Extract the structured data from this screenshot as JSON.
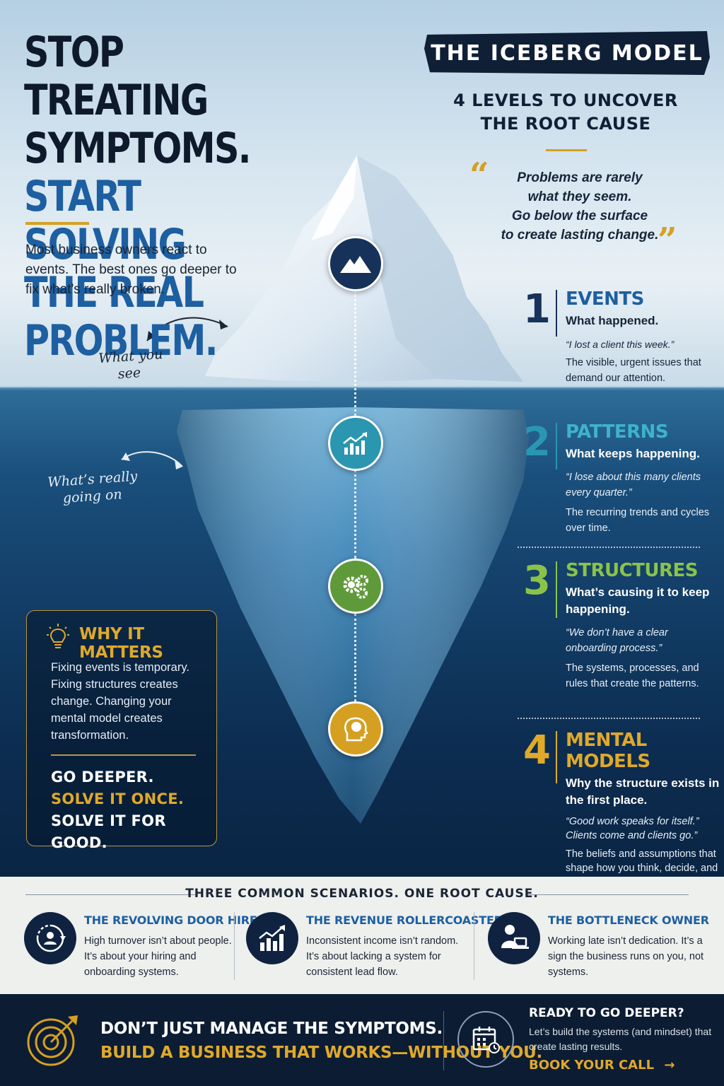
{
  "headline": {
    "line1": "STOP TREATING",
    "line2": "SYMPTOMS.",
    "line3": "START SOLVING",
    "line4": "THE REAL PROBLEM."
  },
  "intro": "Most business owners react to events. The best ones go deeper to fix what’s really broken.",
  "annotations": {
    "what_you_see_1": "What you",
    "what_you_see_2": "see",
    "really_1": "What’s really",
    "really_2": "going on"
  },
  "model": {
    "title": "THE ICEBERG MODEL",
    "subtitle_1": "4 LEVELS TO UNCOVER",
    "subtitle_2": "THE ROOT CAUSE",
    "quote_1": "Problems are rarely",
    "quote_2": "what they seem.",
    "quote_3": "Go below the surface",
    "quote_4": "to create lasting change."
  },
  "levels": [
    {
      "num": "1",
      "title": "EVENTS",
      "subtitle": "What happened.",
      "quote": "“I lost a client this week.”",
      "desc": "The visible, urgent issues that demand our attention."
    },
    {
      "num": "2",
      "title": "PATTERNS",
      "subtitle": "What keeps happening.",
      "quote": "“I lose about this many clients every quarter.”",
      "desc": "The recurring trends and cycles over time."
    },
    {
      "num": "3",
      "title": "STRUCTURES",
      "subtitle": "What’s causing it to keep happening.",
      "quote": "“We don’t have a clear onboarding process.”",
      "desc": "The systems, processes, and rules that create the patterns."
    },
    {
      "num": "4",
      "title": "MENTAL MODELS",
      "subtitle": "Why the structure exists in the first place.",
      "quote": "“Good work speaks for itself.” Clients come and clients go.”",
      "desc": "The beliefs and assumptions that shape how you think, decide, and lead."
    }
  ],
  "why": {
    "title": "WHY IT MATTERS",
    "text": "Fixing events is temporary. Fixing structures creates change. Changing your mental model creates transformation.",
    "cta_1": "GO DEEPER.",
    "cta_2": "SOLVE IT ONCE.",
    "cta_3": "SOLVE IT FOR GOOD."
  },
  "scenarios": {
    "heading": "THREE COMMON SCENARIOS. ONE ROOT CAUSE.",
    "items": [
      {
        "title": "THE REVOLVING DOOR HIRE",
        "desc": "High turnover isn’t about people. It’s about your hiring and onboarding systems.",
        "icon": "cycle-people-icon"
      },
      {
        "title": "THE REVENUE ROLLERCOASTER",
        "desc": "Inconsistent income isn’t random. It’s about lacking a system for consistent lead flow.",
        "icon": "growth-chart-icon"
      },
      {
        "title": "THE BOTTLENECK OWNER",
        "desc": "Working late isn’t dedication. It’s a sign the business runs on you, not systems.",
        "icon": "person-laptop-icon"
      }
    ]
  },
  "footer": {
    "main_1": "DON’T JUST MANAGE THE SYMPTOMS.",
    "main_2": "BUILD A BUSINESS THAT WORKS—WITHOUT YOU.",
    "ready": "READY TO GO DEEPER?",
    "desc": "Let’s build the systems (and mindset) that create lasting results.",
    "book": "BOOK YOUR CALL"
  },
  "colors": {
    "navy": "#0f1f36",
    "blue": "#1d5fa1",
    "gold": "#d5a021",
    "teal": "#2a96b0",
    "green": "#5f9a3a"
  }
}
